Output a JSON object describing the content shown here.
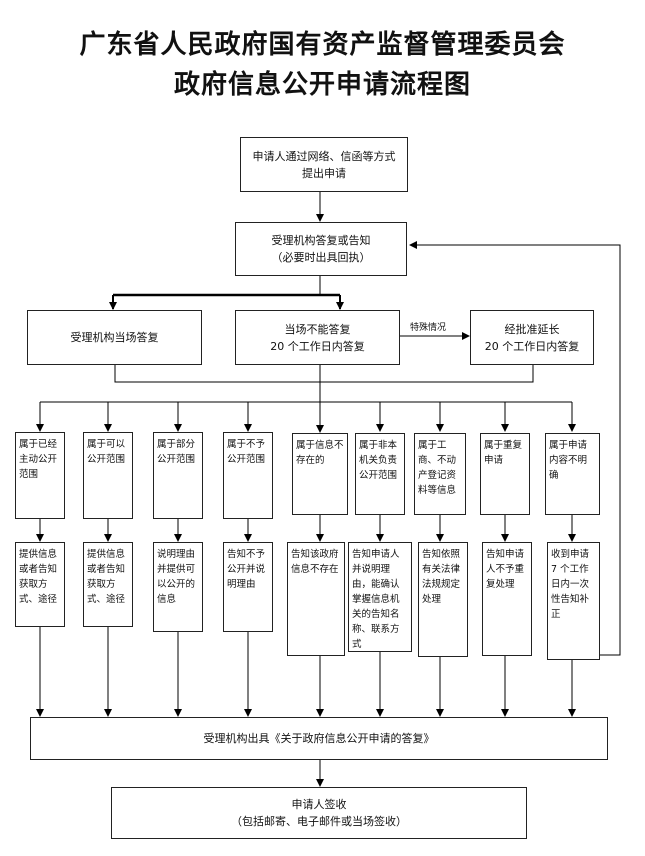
{
  "title": {
    "line1": "广东省人民政府国有资产监督管理委员会",
    "line2": "政府信息公开申请流程图"
  },
  "boxes": {
    "apply": [
      "申请人通过网络、信函等方式",
      "提出申请"
    ],
    "accept": [
      "受理机构答复或告知",
      "（必要时出具回执）"
    ],
    "reply_now": [
      "受理机构当场答复"
    ],
    "cannot_reply": [
      "当场不能答复",
      "20 个工作日内答复"
    ],
    "extension": [
      "经批准延长",
      "20 个工作日内答复"
    ],
    "output": [
      "受理机构出具《关于政府信息公开申请的答复》"
    ],
    "sign": [
      "申请人签收",
      "（包括邮寄、电子邮件或当场签收）"
    ]
  },
  "special_label": "特殊情况",
  "categories": [
    "属于已经主动公开范围",
    "属于可以公开范围",
    "属于部分公开范围",
    "属于不予公开范围",
    "属于信息不存在的",
    "属于非本机关负责公开范围",
    "属于工商、不动产登记资料等信息",
    "属于重复申请",
    "属于申请内容不明确"
  ],
  "actions": [
    "提供信息或者告知获取方式、途径",
    "提供信息或者告知获取方式、途径",
    "说明理由并提供可以公开的信息",
    "告知不予公开并说明理由",
    "告知该政府信息不存在",
    "告知申请人并说明理由，能确认掌握信息机关的告知名称、联系方式",
    "告知依照有关法律法规规定处理",
    "告知申请人不予重复处理",
    "收到申请 7 个工作日内一次性告知补正"
  ]
}
